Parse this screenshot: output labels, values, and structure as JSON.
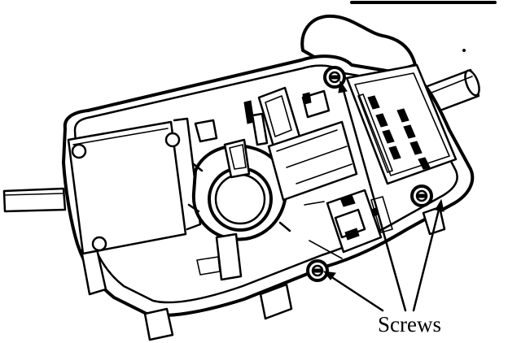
{
  "diagram": {
    "callout": {
      "label": "Screws",
      "targets": [
        "screw-upper",
        "screw-right",
        "screw-lower"
      ]
    },
    "ink_color": "#000000",
    "paper_color": "#ffffff"
  }
}
